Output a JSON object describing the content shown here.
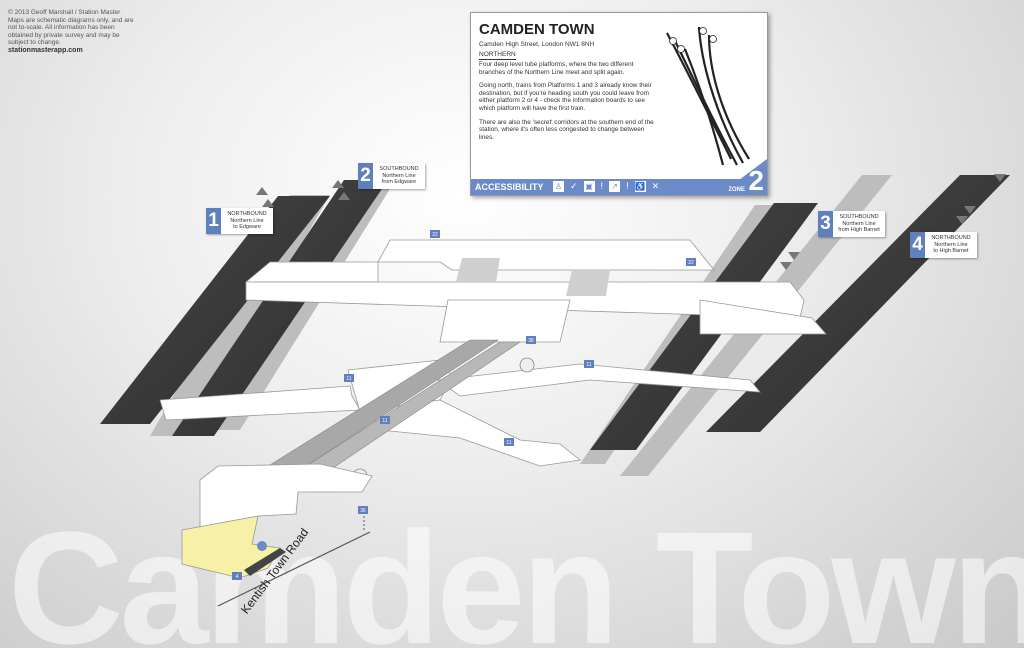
{
  "credit": {
    "copyright": "© 2013 Geoff Marshall / Station Master",
    "disclaimer": "Maps are schematic diagrams only, and are not to-scale. All information has been obtained by private survey and may be subject to change.",
    "website": "stationmasterapp.com"
  },
  "big_title": "Camden Town",
  "station": {
    "name": "CAMDEN TOWN",
    "address": "Camden High Street, London NW1 8NH",
    "line": "NORTHERN",
    "paragraphs": [
      "Four deep level tube platforms, where the two different branches of the Northern Line meet and split again.",
      "Going north, trains from Platforms 1 and 3 already know their destination, but if you're heading south you could leave from either platform 2 or 4 - check the information boards to see which platform will have the first train.",
      "There are also the 'secret' corridors at the southern end of the station, where it's often less congested to change between lines."
    ],
    "accessibility_label": "ACCESSIBILITY",
    "accessibility_icons": [
      "walking-person-icon",
      "check-icon",
      "luggage-icon",
      "exclamation-icon",
      "escalator-icon",
      "exclamation-icon",
      "wheelchair-icon",
      "cross-icon"
    ],
    "zone_label": "ZONE",
    "zone": "2"
  },
  "platforms": [
    {
      "number": "1",
      "lines": [
        "NORTHBOUND",
        "Northern Line",
        "to Edgware"
      ]
    },
    {
      "number": "2",
      "lines": [
        "SOUTHBOUND",
        "Northern Line",
        "from Edgware"
      ]
    },
    {
      "number": "3",
      "lines": [
        "SOUTHBOUND",
        "Northern Line",
        "from High Barnet"
      ]
    },
    {
      "number": "4",
      "lines": [
        "NORTHBOUND",
        "Northern Line",
        "to High Barnet"
      ]
    }
  ],
  "step_counts": {
    "s1": "22",
    "s2": "22",
    "s3": "36",
    "s4": "11",
    "s5": "11",
    "s6": "11",
    "s7": "11",
    "s8": "36",
    "s9": "4"
  },
  "road_name": "Kentish Town Road",
  "colors": {
    "platform": "#3a3a3a",
    "corridor": "#ffffff",
    "escalator": "#aaaaaa",
    "ticket_hall": "#f7f1a8",
    "accent": "#5f7fbe"
  }
}
